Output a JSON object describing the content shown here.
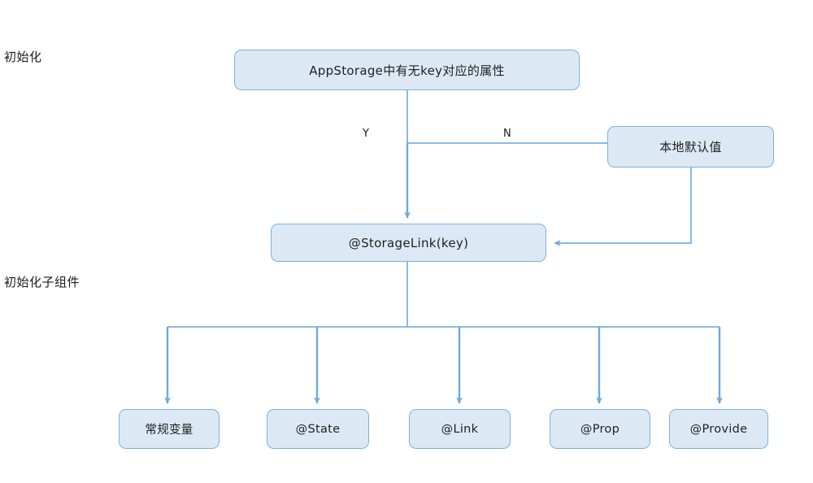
{
  "diagram": {
    "title_visible": false,
    "colors": {
      "node_fill": "#dce9f5",
      "node_border": "#7bb0e0",
      "wire": "#7bb0e0",
      "arrow": "#6ea9dd",
      "text": "#1f1f1f",
      "background": "#ffffff"
    },
    "stage_labels": [
      {
        "id": "stage-init",
        "text": "初始化"
      },
      {
        "id": "stage-init-child",
        "text": "初始化子组件"
      }
    ],
    "nodes": [
      {
        "id": "decision-appstorage",
        "text": "AppStorage中有无key对应的属性"
      },
      {
        "id": "local-default",
        "text": "本地默认值"
      },
      {
        "id": "storage-link",
        "text": "@StorageLink(key)"
      },
      {
        "id": "var-regular",
        "text": "常规变量"
      },
      {
        "id": "var-state",
        "text": "@State"
      },
      {
        "id": "var-link",
        "text": "@Link"
      },
      {
        "id": "var-prop",
        "text": "@Prop"
      },
      {
        "id": "var-provide",
        "text": "@Provide"
      }
    ],
    "edge_labels": [
      {
        "id": "branch-yes",
        "text": "Y"
      },
      {
        "id": "branch-no",
        "text": "N"
      }
    ]
  }
}
